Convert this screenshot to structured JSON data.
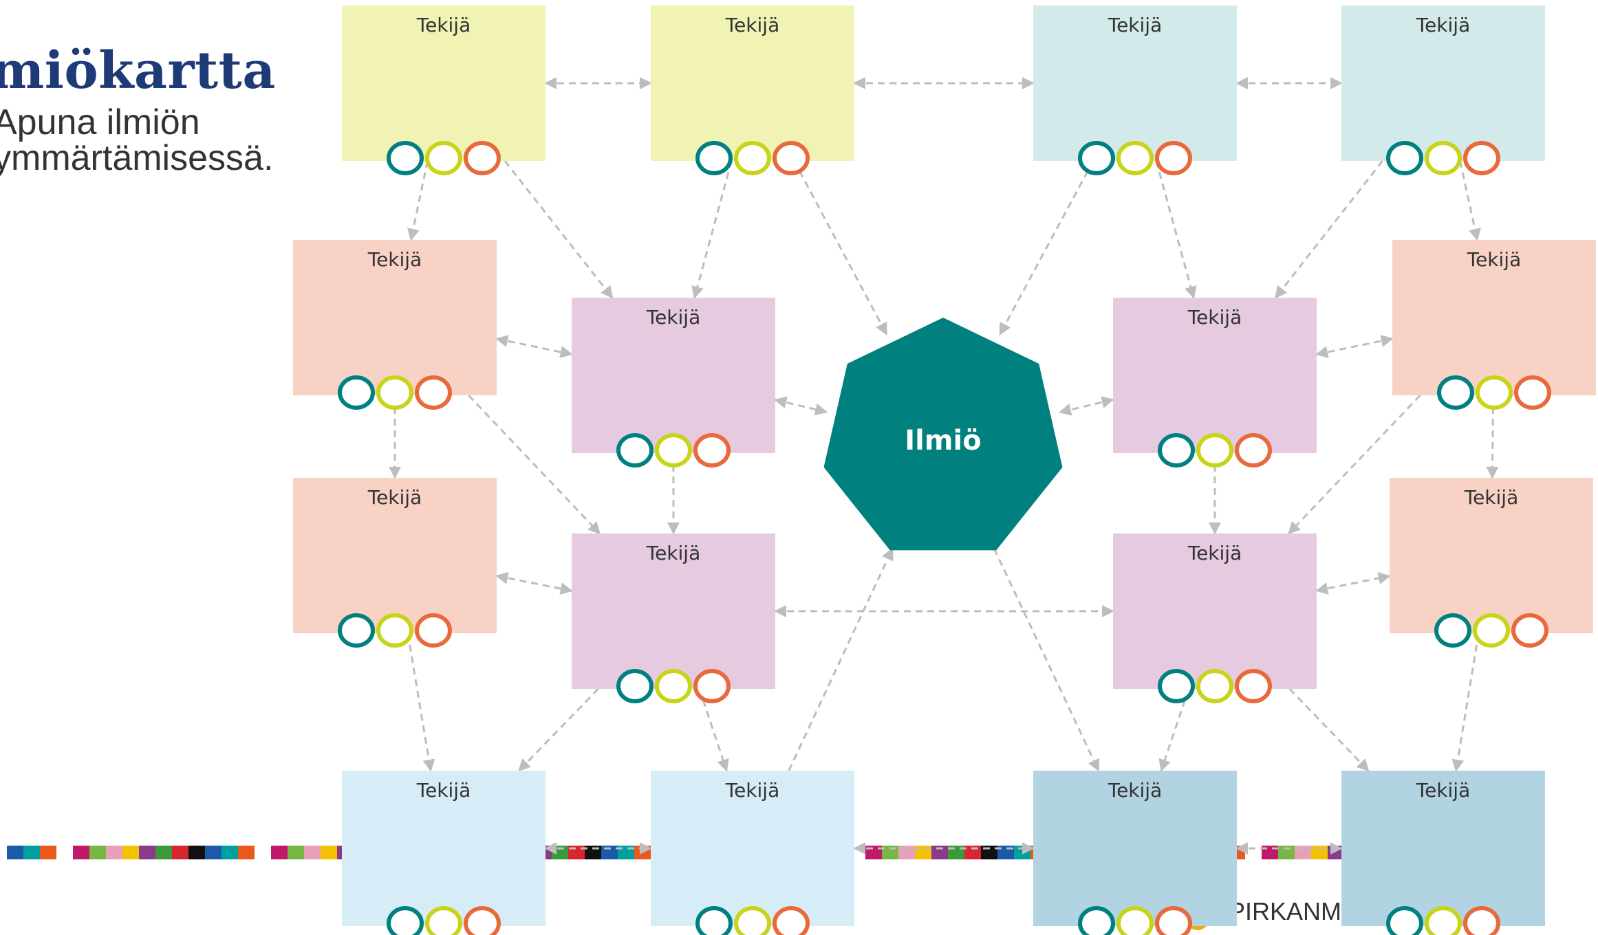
{
  "header": {
    "title": "miökartta",
    "subtitle": "Apuna ilmiön ymmärtämisessä."
  },
  "footer": {
    "brand": "PIRKANMAA"
  },
  "center": {
    "label": "Ilmiö",
    "color": "#00807f"
  },
  "colors": {
    "yellow": "#f1f3b4",
    "teal_light": "#d3eaea",
    "salmon": "#f7d2c5",
    "lavender": "#e5cae0",
    "sky": "#d6edf7",
    "steel": "#b2d4e2",
    "ring_teal": "#008080",
    "ring_lime": "#c8d41a",
    "ring_orange": "#e86a3c",
    "arrow": "#bdbdbd"
  },
  "actors": [
    {
      "id": "a1",
      "label": "Tekijä",
      "color": "yellow"
    },
    {
      "id": "a2",
      "label": "Tekijä",
      "color": "yellow"
    },
    {
      "id": "a3",
      "label": "Tekijä",
      "color": "teal_light"
    },
    {
      "id": "a4",
      "label": "Tekijä",
      "color": "teal_light"
    },
    {
      "id": "b1",
      "label": "Tekijä",
      "color": "salmon"
    },
    {
      "id": "b2",
      "label": "Tekijä",
      "color": "lavender"
    },
    {
      "id": "b3",
      "label": "Tekijä",
      "color": "lavender"
    },
    {
      "id": "b4",
      "label": "Tekijä",
      "color": "salmon"
    },
    {
      "id": "c1",
      "label": "Tekijä",
      "color": "salmon"
    },
    {
      "id": "c2",
      "label": "Tekijä",
      "color": "lavender"
    },
    {
      "id": "c3",
      "label": "Tekijä",
      "color": "lavender"
    },
    {
      "id": "c4",
      "label": "Tekijä",
      "color": "salmon"
    },
    {
      "id": "d1",
      "label": "Tekijä",
      "color": "sky"
    },
    {
      "id": "d2",
      "label": "Tekijä",
      "color": "sky"
    },
    {
      "id": "d3",
      "label": "Tekijä",
      "color": "steel"
    },
    {
      "id": "d4",
      "label": "Tekijä",
      "color": "steel"
    }
  ],
  "connections": [
    {
      "from": "a1",
      "to": "a2",
      "two_way": true
    },
    {
      "from": "a2",
      "to": "a3",
      "two_way": true
    },
    {
      "from": "a3",
      "to": "a4",
      "two_way": true
    },
    {
      "from": "a1",
      "to": "b1",
      "two_way": false
    },
    {
      "from": "a1",
      "to": "b2",
      "two_way": false
    },
    {
      "from": "a2",
      "to": "b2",
      "two_way": false
    },
    {
      "from": "a2",
      "to": "center",
      "two_way": false
    },
    {
      "from": "a3",
      "to": "center",
      "two_way": false
    },
    {
      "from": "a3",
      "to": "b3",
      "two_way": false
    },
    {
      "from": "a4",
      "to": "b3",
      "two_way": false
    },
    {
      "from": "a4",
      "to": "b4",
      "two_way": false
    },
    {
      "from": "b1",
      "to": "b2",
      "two_way": true
    },
    {
      "from": "b3",
      "to": "b4",
      "two_way": true
    },
    {
      "from": "b2",
      "to": "center",
      "two_way": true
    },
    {
      "from": "b3",
      "to": "center",
      "two_way": true
    },
    {
      "from": "b1",
      "to": "c1",
      "two_way": false
    },
    {
      "from": "b1",
      "to": "c2",
      "two_way": false
    },
    {
      "from": "b2",
      "to": "c2",
      "two_way": false
    },
    {
      "from": "b3",
      "to": "c3",
      "two_way": false
    },
    {
      "from": "b4",
      "to": "c3",
      "two_way": false
    },
    {
      "from": "b4",
      "to": "c4",
      "two_way": false
    },
    {
      "from": "c1",
      "to": "c2",
      "two_way": true
    },
    {
      "from": "c2",
      "to": "c3",
      "two_way": true
    },
    {
      "from": "c3",
      "to": "c4",
      "two_way": true
    },
    {
      "from": "c1",
      "to": "d1",
      "two_way": false
    },
    {
      "from": "c2",
      "to": "d1",
      "two_way": false
    },
    {
      "from": "c2",
      "to": "d2",
      "two_way": false
    },
    {
      "from": "d2",
      "to": "center",
      "two_way": false
    },
    {
      "from": "center",
      "to": "d3",
      "two_way": false
    },
    {
      "from": "c3",
      "to": "d3",
      "two_way": false
    },
    {
      "from": "c3",
      "to": "d4",
      "two_way": false
    },
    {
      "from": "c4",
      "to": "d4",
      "two_way": false
    },
    {
      "from": "d1",
      "to": "d2",
      "two_way": true
    },
    {
      "from": "d2",
      "to": "d3",
      "two_way": true
    },
    {
      "from": "d3",
      "to": "d4",
      "two_way": true
    }
  ],
  "stripe_colors": [
    "#1a5aa8",
    "#f4c200",
    "#e8591a",
    "#3a9a3a",
    "#c0186a",
    "#111111",
    "#e8a0b8",
    "#00a0a0",
    "#8a3a8a",
    "#ffffff",
    "#d7262f",
    "#75b843"
  ]
}
